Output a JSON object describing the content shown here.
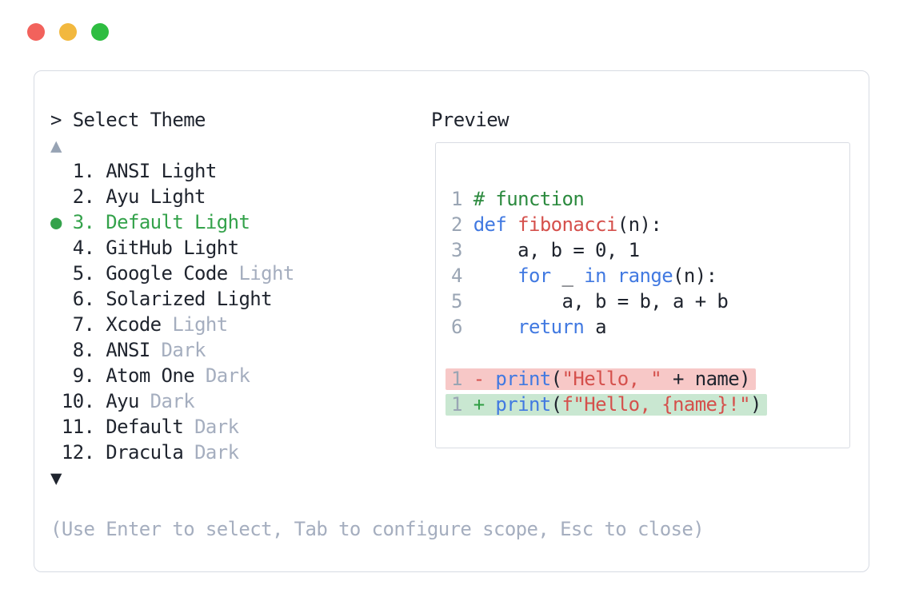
{
  "window": {
    "controls": [
      {
        "name": "close",
        "color": "#f2625c"
      },
      {
        "name": "minimize",
        "color": "#f2b83e"
      },
      {
        "name": "zoom",
        "color": "#2ebd41"
      }
    ]
  },
  "selector": {
    "prompt": "> Select Theme",
    "scroll_up_indicator": "▲",
    "scroll_down_indicator": "▼",
    "selected_bullet": "●",
    "items": [
      {
        "num": 1,
        "name": "ANSI Light",
        "dim": "",
        "selected": false
      },
      {
        "num": 2,
        "name": "Ayu Light",
        "dim": "",
        "selected": false
      },
      {
        "num": 3,
        "name": "Default Light",
        "dim": "",
        "selected": true
      },
      {
        "num": 4,
        "name": "GitHub Light",
        "dim": "",
        "selected": false
      },
      {
        "num": 5,
        "name": "Google Code",
        "dim": "Light",
        "selected": false
      },
      {
        "num": 6,
        "name": "Solarized Light",
        "dim": "",
        "selected": false
      },
      {
        "num": 7,
        "name": "Xcode",
        "dim": "Light",
        "selected": false
      },
      {
        "num": 8,
        "name": "ANSI",
        "dim": "Dark",
        "selected": false
      },
      {
        "num": 9,
        "name": "Atom One",
        "dim": "Dark",
        "selected": false
      },
      {
        "num": 10,
        "name": "Ayu",
        "dim": "Dark",
        "selected": false
      },
      {
        "num": 11,
        "name": "Default",
        "dim": "Dark",
        "selected": false
      },
      {
        "num": 12,
        "name": "Dracula",
        "dim": "Dark",
        "selected": false
      }
    ],
    "help_text": "(Use Enter to select, Tab to configure scope, Esc to close)"
  },
  "preview": {
    "label": "Preview",
    "code_lines": [
      {
        "num": "1",
        "tokens": [
          {
            "text": "# function",
            "color": "comment"
          }
        ]
      },
      {
        "num": "2",
        "tokens": [
          {
            "text": "def",
            "color": "keyword"
          },
          {
            "text": " ",
            "color": "plain"
          },
          {
            "text": "fibonacci",
            "color": "function"
          },
          {
            "text": "(n):",
            "color": "plain"
          }
        ]
      },
      {
        "num": "3",
        "tokens": [
          {
            "text": "    a, b = 0, 1",
            "color": "plain"
          }
        ]
      },
      {
        "num": "4",
        "tokens": [
          {
            "text": "    ",
            "color": "plain"
          },
          {
            "text": "for",
            "color": "keyword"
          },
          {
            "text": " _ ",
            "color": "plain"
          },
          {
            "text": "in",
            "color": "keyword"
          },
          {
            "text": " ",
            "color": "plain"
          },
          {
            "text": "range",
            "color": "keyword"
          },
          {
            "text": "(n):",
            "color": "plain"
          }
        ]
      },
      {
        "num": "5",
        "tokens": [
          {
            "text": "        a, b = b, a + b",
            "color": "plain"
          }
        ]
      },
      {
        "num": "6",
        "tokens": [
          {
            "text": "    ",
            "color": "plain"
          },
          {
            "text": "return",
            "color": "keyword"
          },
          {
            "text": " a",
            "color": "plain"
          }
        ]
      }
    ],
    "diff_lines": [
      {
        "num": "1",
        "sign": "-",
        "type": "removed",
        "tokens": [
          {
            "text": "print",
            "color": "keyword"
          },
          {
            "text": "(",
            "color": "plain"
          },
          {
            "text": "\"Hello, \"",
            "color": "string"
          },
          {
            "text": " + name)",
            "color": "plain"
          }
        ]
      },
      {
        "num": "1",
        "sign": "+",
        "type": "added",
        "tokens": [
          {
            "text": "print",
            "color": "keyword"
          },
          {
            "text": "(",
            "color": "plain"
          },
          {
            "text": "f\"Hello, {name}!\"",
            "color": "string"
          },
          {
            "text": ")",
            "color": "plain"
          }
        ]
      }
    ]
  },
  "colors": {
    "dark_text": "#1f242e",
    "dim_text": "#a5aebf",
    "selection_green": "#34a24b",
    "comment_green": "#2b8a3e",
    "keyword_blue": "#4179e1",
    "string_red": "#d5504c",
    "diff_removed_bg": "#f7c8c7",
    "diff_added_bg": "#c9e7d1",
    "panel_border": "#d7dbe3",
    "traffic_red": "#f2625c",
    "traffic_yellow": "#f2b83e",
    "traffic_green": "#2ebd41"
  }
}
